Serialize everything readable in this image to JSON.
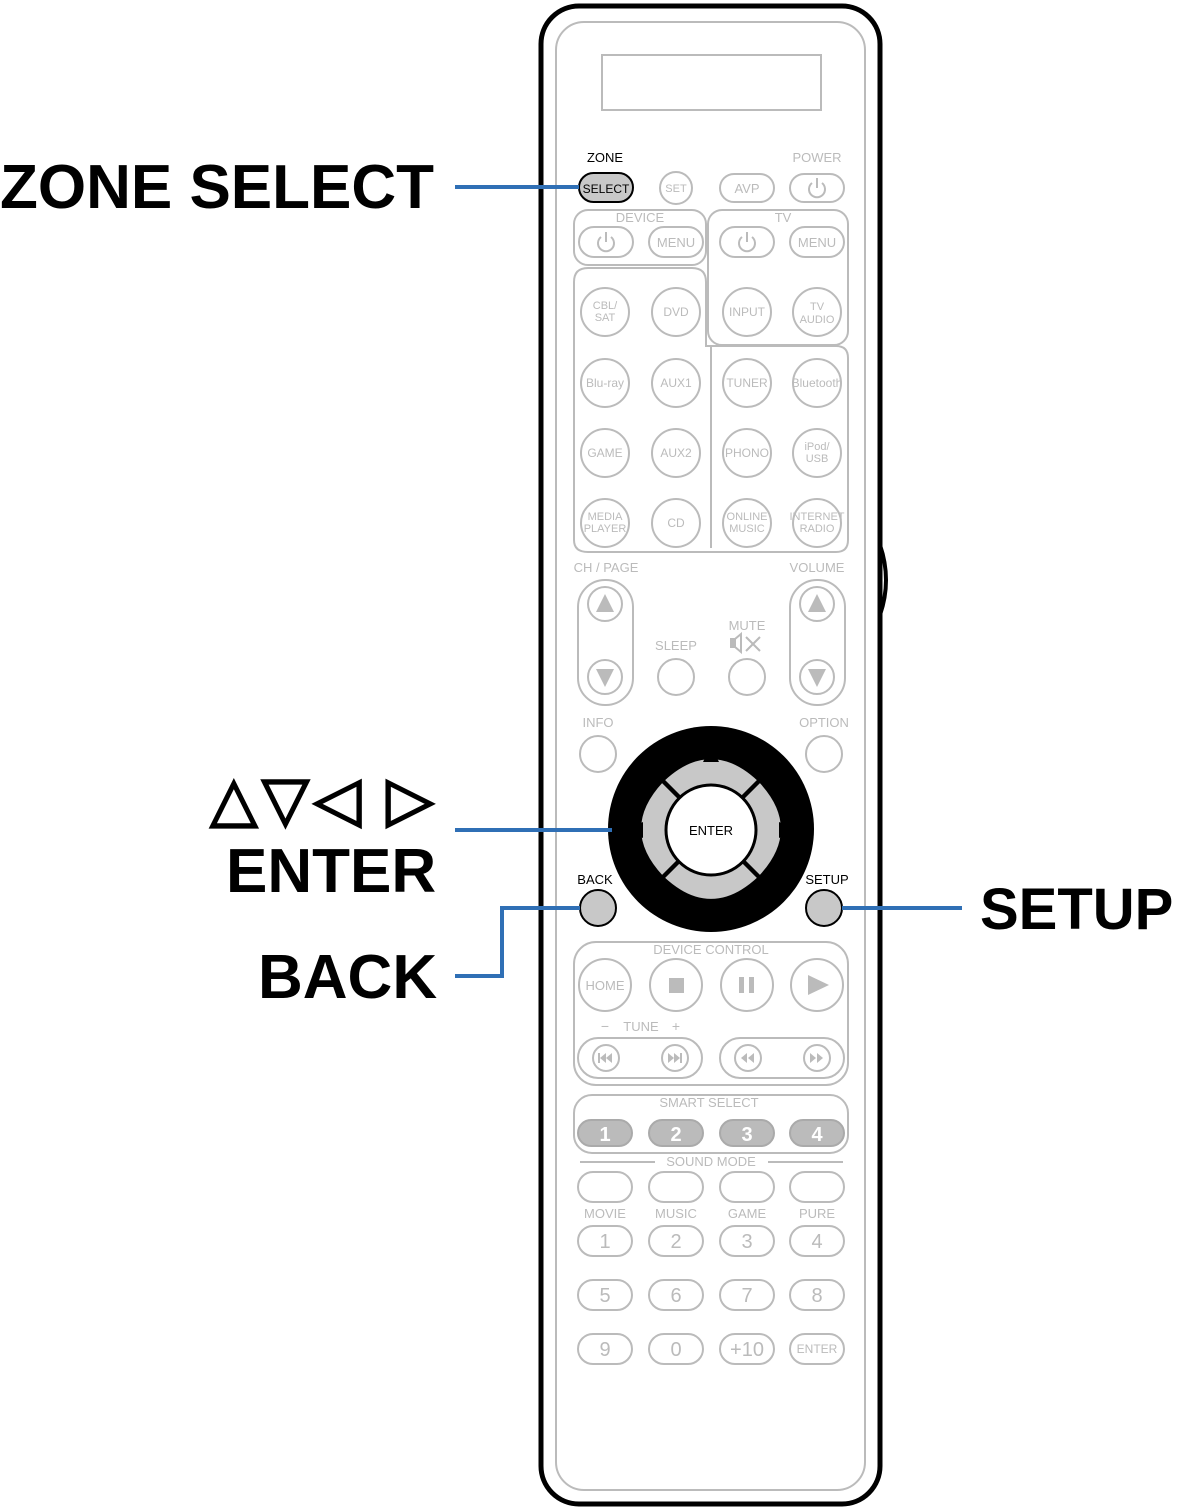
{
  "callouts": {
    "zone_select": "ZONE SELECT",
    "arrows": "△▽◁ ▷",
    "enter": "ENTER",
    "back": "BACK",
    "setup": "SETUP"
  },
  "remote": {
    "zone_label": "ZONE",
    "select": "SELECT",
    "set": "SET",
    "avp": "AVP",
    "power_label": "POWER",
    "device_label": "DEVICE",
    "tv_label": "TV",
    "menu": "MENU",
    "input": "INPUT",
    "tv_audio": [
      "TV",
      "AUDIO"
    ],
    "sources": [
      [
        "CBL/",
        "SAT"
      ],
      [
        "DVD"
      ],
      [
        "Blu-ray"
      ],
      [
        "AUX1"
      ],
      [
        "TUNER"
      ],
      [
        "Bluetooth"
      ],
      [
        "GAME"
      ],
      [
        "AUX2"
      ],
      [
        "PHONO"
      ],
      [
        "iPod/",
        "USB"
      ],
      [
        "MEDIA",
        "PLAYER"
      ],
      [
        "CD"
      ],
      [
        "ONLINE",
        "MUSIC"
      ],
      [
        "INTERNET",
        "RADIO"
      ]
    ],
    "ch_page": "CH / PAGE",
    "volume": "VOLUME",
    "sleep": "SLEEP",
    "mute": "MUTE",
    "info": "INFO",
    "option": "OPTION",
    "enter": "ENTER",
    "back": "BACK",
    "setup": "SETUP",
    "device_control": "DEVICE CONTROL",
    "home": "HOME",
    "tune": "TUNE",
    "tune_minus": "−",
    "tune_plus": "+",
    "smart_select": "SMART SELECT",
    "smart_keys": [
      "1",
      "2",
      "3",
      "4"
    ],
    "sound_mode": "SOUND MODE",
    "modes": [
      "MOVIE",
      "MUSIC",
      "GAME",
      "PURE"
    ],
    "numbers": [
      "1",
      "2",
      "3",
      "4",
      "5",
      "6",
      "7",
      "8",
      "9",
      "0",
      "+10",
      "ENTER"
    ]
  }
}
